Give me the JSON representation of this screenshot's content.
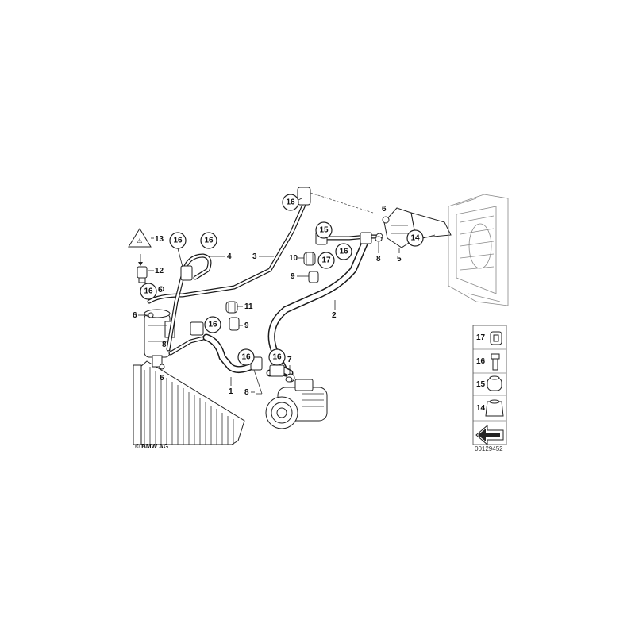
{
  "diagram": {
    "copyright": "© BMW AG",
    "drawing_number": "00129452",
    "callouts": {
      "c1": "1",
      "c2": "2",
      "c3": "3",
      "c4": "4",
      "c5": "5",
      "c6": "6",
      "c7": "7",
      "c8": "8",
      "c9": "9",
      "c10": "10",
      "c11": "11",
      "c12": "12",
      "c13": "13",
      "c14": "14",
      "c15": "15",
      "c16": "16",
      "c17": "17"
    },
    "legend": {
      "items": [
        {
          "number": "17",
          "part": "clip"
        },
        {
          "number": "16",
          "part": "screw"
        },
        {
          "number": "15",
          "part": "rubber-mount"
        },
        {
          "number": "14",
          "part": "bracket-mount"
        }
      ]
    }
  }
}
